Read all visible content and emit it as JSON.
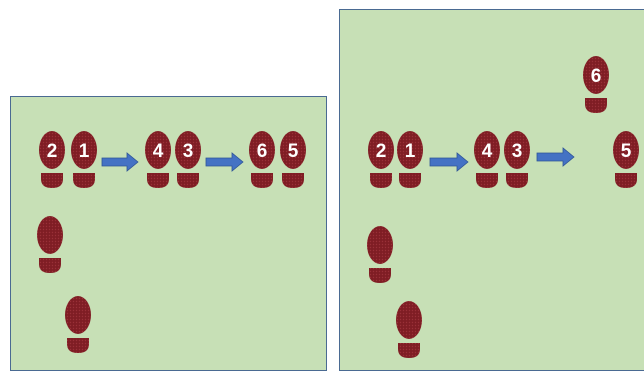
{
  "colors": {
    "background": "#ffffff",
    "panel_fill": "#c7e0b6",
    "panel_border": "#4a6a92",
    "footprint": "#7f1d24",
    "footprint_texture": "#9a3038",
    "label": "#ffffff",
    "arrow": "#4472c4"
  },
  "panels": [
    {
      "name": "left",
      "footprints": [
        {
          "label": "2",
          "kind": "labeled"
        },
        {
          "label": "1",
          "kind": "labeled"
        },
        {
          "label": "4",
          "kind": "labeled"
        },
        {
          "label": "3",
          "kind": "labeled"
        },
        {
          "label": "6",
          "kind": "labeled"
        },
        {
          "label": "5",
          "kind": "labeled"
        },
        {
          "label": "",
          "kind": "plain"
        },
        {
          "label": "",
          "kind": "plain"
        }
      ],
      "arrow_count": 2
    },
    {
      "name": "right",
      "footprints": [
        {
          "label": "2",
          "kind": "labeled"
        },
        {
          "label": "1",
          "kind": "labeled"
        },
        {
          "label": "4",
          "kind": "labeled"
        },
        {
          "label": "3",
          "kind": "labeled"
        },
        {
          "label": "6",
          "kind": "labeled"
        },
        {
          "label": "5",
          "kind": "labeled"
        },
        {
          "label": "",
          "kind": "plain"
        },
        {
          "label": "",
          "kind": "plain"
        }
      ],
      "arrow_count": 2
    }
  ]
}
